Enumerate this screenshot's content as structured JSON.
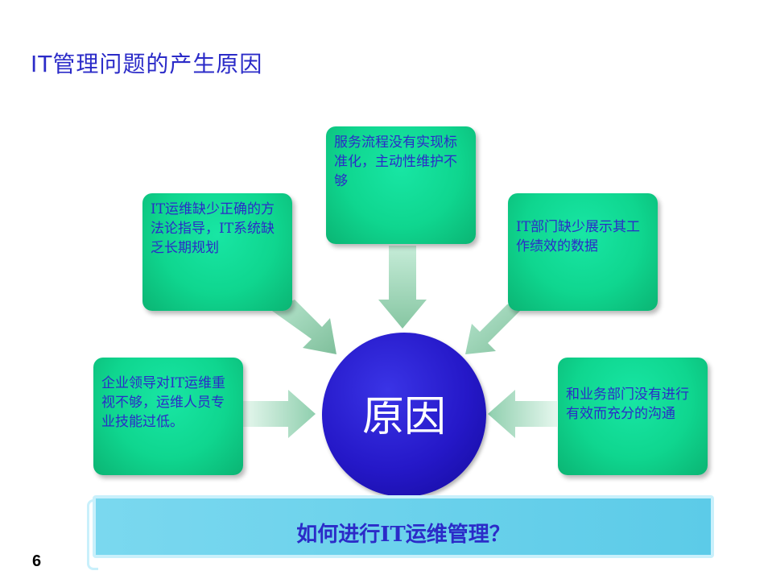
{
  "title": "IT管理问题的产生原因",
  "center": "原因",
  "boxes": {
    "top": "服务流程没有实现标准化，主动性维护不够",
    "upper_left": "IT运维缺少正确的方法论指导，IT系统缺乏长期规划",
    "upper_right": "IT部门缺少展示其工作绩效的数据",
    "lower_left": "企业领导对IT运维重视不够，运维人员专业技能过低。",
    "lower_right": "和业务部门没有进行有效而充分的沟通"
  },
  "banner": "如何进行IT运维管理？",
  "page_number": "6",
  "colors": {
    "title": "#2b2bc8",
    "box": "#0fd68f",
    "circle": "#2518c8",
    "banner": "#5ccbe8",
    "arrow": "#8fcfae"
  }
}
